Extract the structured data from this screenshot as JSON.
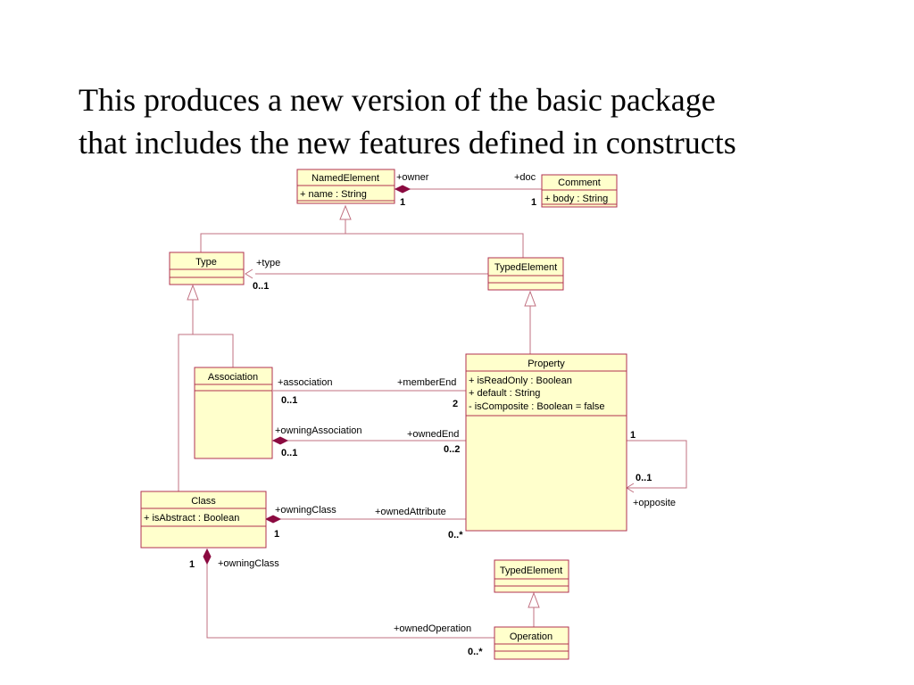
{
  "title": {
    "line1": "This produces a new version of the basic package",
    "line2": "that includes the new features defined in constructs"
  },
  "classes": {
    "named_element": {
      "name": "NamedElement",
      "attrs": [
        "+ name : String"
      ]
    },
    "comment": {
      "name": "Comment",
      "attrs": [
        "+ body : String"
      ]
    },
    "type": {
      "name": "Type",
      "attrs": []
    },
    "typed_element_top": {
      "name": "TypedElement",
      "attrs": []
    },
    "association": {
      "name": "Association",
      "attrs": []
    },
    "property": {
      "name": "Property",
      "attrs": [
        "+ isReadOnly : Boolean",
        "+ default : String",
        "- isComposite : Boolean = false"
      ]
    },
    "class": {
      "name": "Class",
      "attrs": [
        "+ isAbstract : Boolean"
      ]
    },
    "typed_element_bottom": {
      "name": "TypedElement",
      "attrs": []
    },
    "operation": {
      "name": "Operation",
      "attrs": []
    }
  },
  "labels": {
    "owner": "+owner",
    "doc": "+doc",
    "owner_mult": "1",
    "doc_mult": "1",
    "type_role": "+type",
    "type_mult": "0..1",
    "association_role": "+association",
    "association_mult": "0..1",
    "member_end_role": "+memberEnd",
    "member_end_mult": "2",
    "owning_association_role": "+owningAssociation",
    "owning_association_mult": "0..1",
    "owned_end_role": "+ownedEnd",
    "owned_end_mult": "0..2",
    "self_mult_top": "1",
    "self_mult_bottom": "0..1",
    "opposite_role": "+opposite",
    "owning_class_attr_role": "+owningClass",
    "owning_class_attr_mult": "1",
    "owned_attribute_role": "+ownedAttribute",
    "owned_attribute_mult": "0..*",
    "owning_class_op_mult": "1",
    "owning_class_op_role": "+owningClass",
    "owned_operation_role": "+ownedOperation",
    "owned_operation_mult": "0..*"
  },
  "colors": {
    "box_fill": "#ffffcc",
    "box_border": "#b03050",
    "line": "#c07080",
    "composition": "#8b0a40"
  }
}
